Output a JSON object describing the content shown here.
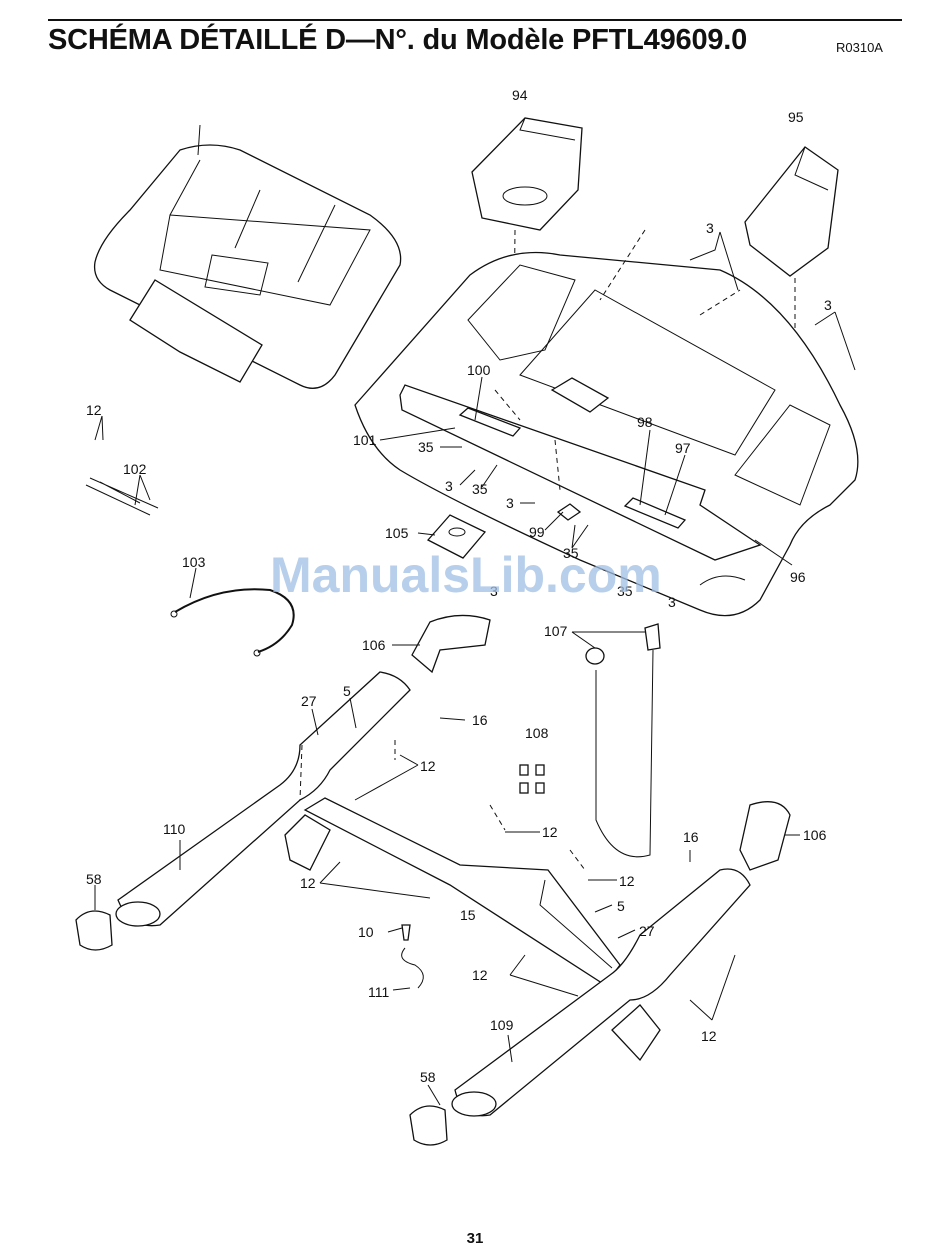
{
  "header": {
    "title": "SCHÉMA DÉTAILLÉ D—N°. du Modèle PFTL49609.0",
    "code": "R0310A"
  },
  "footer": {
    "page_number": "31"
  },
  "watermark": "ManualsLib.com",
  "callouts": {
    "c94": "94",
    "c95": "95",
    "c3a": "3",
    "c3b": "3",
    "c3c": "3",
    "c3d": "3",
    "c3e": "3",
    "c3f": "3",
    "c12a": "12",
    "c12b": "12",
    "c12c": "12",
    "c12d": "12",
    "c12e": "12",
    "c12f": "12",
    "c12g": "12",
    "c102": "102",
    "c100": "100",
    "c101": "101",
    "c35a": "35",
    "c35b": "35",
    "c35c": "35",
    "c35d": "35",
    "c98": "98",
    "c97": "97",
    "c99": "99",
    "c105": "105",
    "c96": "96",
    "c103": "103",
    "c106a": "106",
    "c106b": "106",
    "c107": "107",
    "c108": "108",
    "c27a": "27",
    "c27b": "27",
    "c5a": "5",
    "c5b": "5",
    "c16a": "16",
    "c16b": "16",
    "c110": "110",
    "c58a": "58",
    "c58b": "58",
    "c15": "15",
    "c10": "10",
    "c111": "111",
    "c109": "109"
  }
}
